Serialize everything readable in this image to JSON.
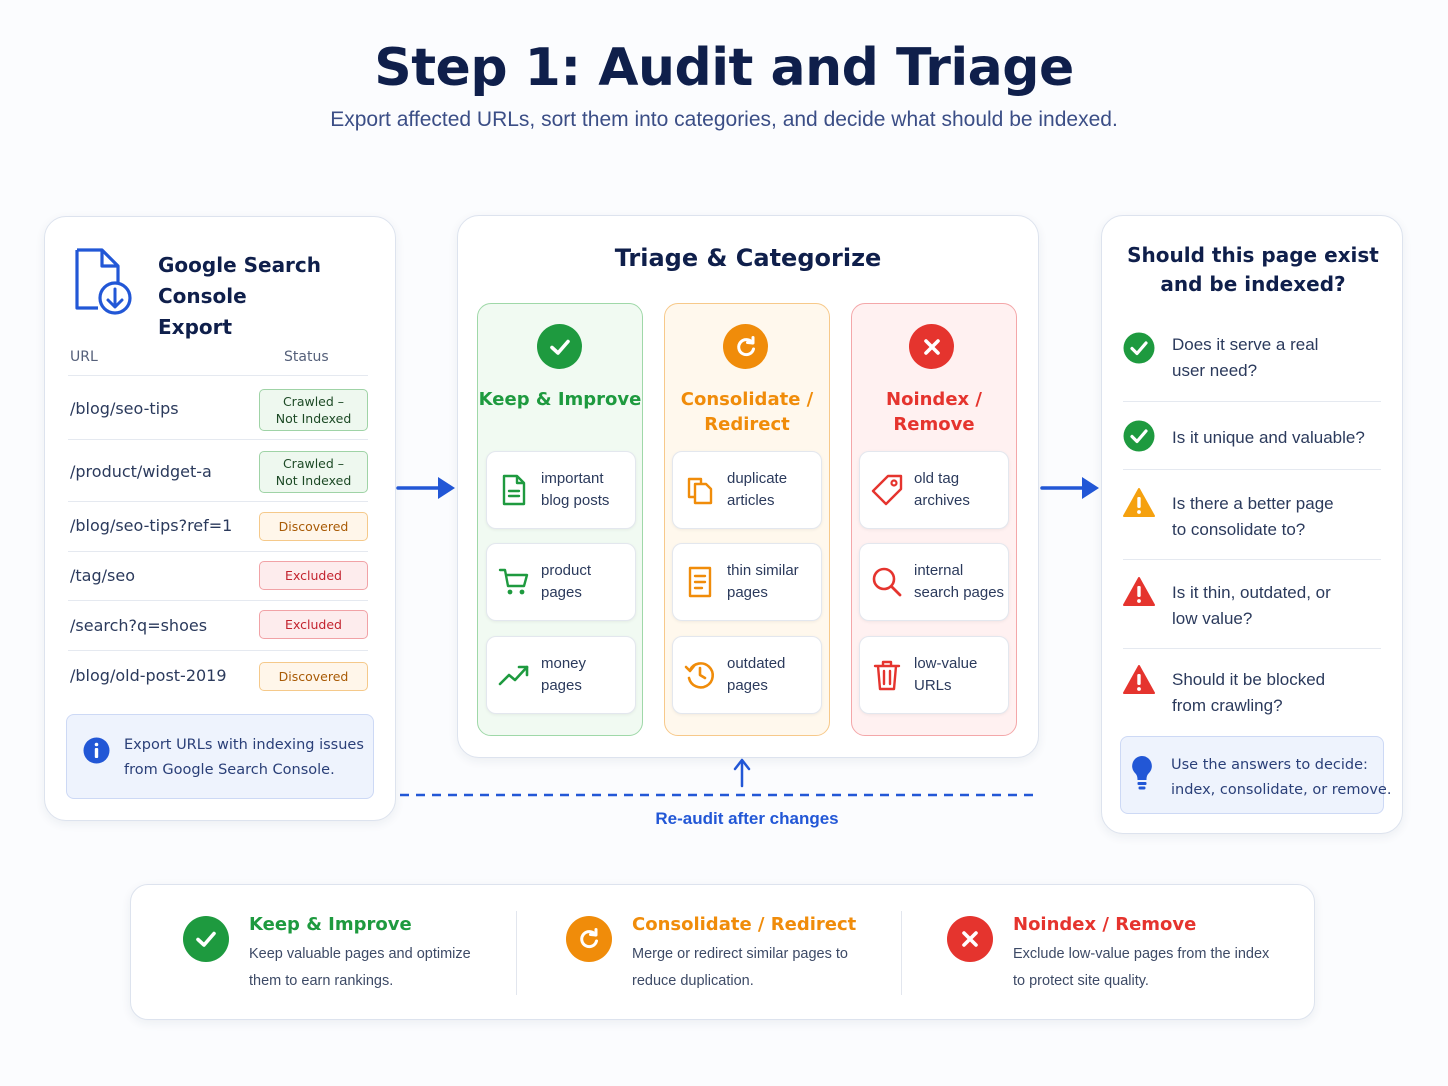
{
  "header": {
    "title": "Step 1: Audit and Triage",
    "subtitle": "Export affected URLs, sort them into categories, and decide what should be indexed."
  },
  "export_panel": {
    "title_line1": "Google Search Console",
    "title_line2": "Export",
    "columns": [
      "URL",
      "Status"
    ],
    "rows": [
      {
        "url": "/blog/seo-tips",
        "status_line1": "Crawled –",
        "status_line2": "Not Indexed",
        "tone": "green"
      },
      {
        "url": "/product/widget-a",
        "status_line1": "Crawled –",
        "status_line2": "Not Indexed",
        "tone": "green"
      },
      {
        "url": "/blog/seo-tips?ref=1",
        "status_line1": "Discovered",
        "status_line2": "",
        "tone": "orange"
      },
      {
        "url": "/tag/seo",
        "status_line1": "Excluded",
        "status_line2": "",
        "tone": "red"
      },
      {
        "url": "/search?q=shoes",
        "status_line1": "Excluded",
        "status_line2": "",
        "tone": "red"
      },
      {
        "url": "/blog/old-post-2019",
        "status_line1": "Discovered",
        "status_line2": "",
        "tone": "orange"
      }
    ],
    "note_line1": "Export URLs with indexing issues",
    "note_line2": "from Google Search Console."
  },
  "triage": {
    "title": "Triage & Categorize",
    "columns": [
      {
        "head1": "Keep & Improve",
        "head2": "",
        "color": "#1e9a3f",
        "items": [
          {
            "l1": "important",
            "l2": "blog posts",
            "icon": "document-icon"
          },
          {
            "l1": "product",
            "l2": "pages",
            "icon": "cart-icon"
          },
          {
            "l1": "money",
            "l2": "pages",
            "icon": "trend-up-icon"
          }
        ]
      },
      {
        "head1": "Consolidate /",
        "head2": "Redirect",
        "color": "#f08c0a",
        "items": [
          {
            "l1": "duplicate",
            "l2": "articles",
            "icon": "copy-icon"
          },
          {
            "l1": "thin similar",
            "l2": "pages",
            "icon": "page-lines-icon"
          },
          {
            "l1": "outdated",
            "l2": "pages",
            "icon": "history-icon"
          }
        ]
      },
      {
        "head1": "Noindex /",
        "head2": "Remove",
        "color": "#e5342e",
        "items": [
          {
            "l1": "old tag",
            "l2": "archives",
            "icon": "tag-icon"
          },
          {
            "l1": "internal",
            "l2": "search pages",
            "icon": "search-icon"
          },
          {
            "l1": "low-value",
            "l2": "URLs",
            "icon": "trash-icon"
          }
        ]
      }
    ]
  },
  "questions": {
    "title_line1": "Should this page exist",
    "title_line2": "and be indexed?",
    "items": [
      {
        "l1": "Does it serve a real",
        "l2": "user need?",
        "kind": "check"
      },
      {
        "l1": "Is it unique and valuable?",
        "l2": "",
        "kind": "check"
      },
      {
        "l1": "Is there a better page",
        "l2": "to consolidate to?",
        "kind": "warn-orange"
      },
      {
        "l1": "Is it thin, outdated, or",
        "l2": "low value?",
        "kind": "warn-red"
      },
      {
        "l1": "Should it be blocked",
        "l2": "from crawling?",
        "kind": "warn-red"
      }
    ],
    "tip_line1": "Use the answers to decide:",
    "tip_line2": "index, consolidate, or remove."
  },
  "loop_label": "Re-audit after changes",
  "legend": [
    {
      "title": "Keep & Improve",
      "l1": "Keep valuable pages and optimize",
      "l2": "them to earn rankings.",
      "color": "#1e9a3f"
    },
    {
      "title": "Consolidate / Redirect",
      "l1": "Merge or redirect similar pages to",
      "l2": "reduce duplication.",
      "color": "#f08c0a"
    },
    {
      "title": "Noindex / Remove",
      "l1": "Exclude low-value pages from the index",
      "l2": "to protect site quality.",
      "color": "#e5342e"
    }
  ],
  "colors": {
    "green": "#1e9a3f",
    "orange": "#f08c0a",
    "red": "#e5342e",
    "blue": "#2257d6",
    "navy": "#0f1f4b"
  }
}
